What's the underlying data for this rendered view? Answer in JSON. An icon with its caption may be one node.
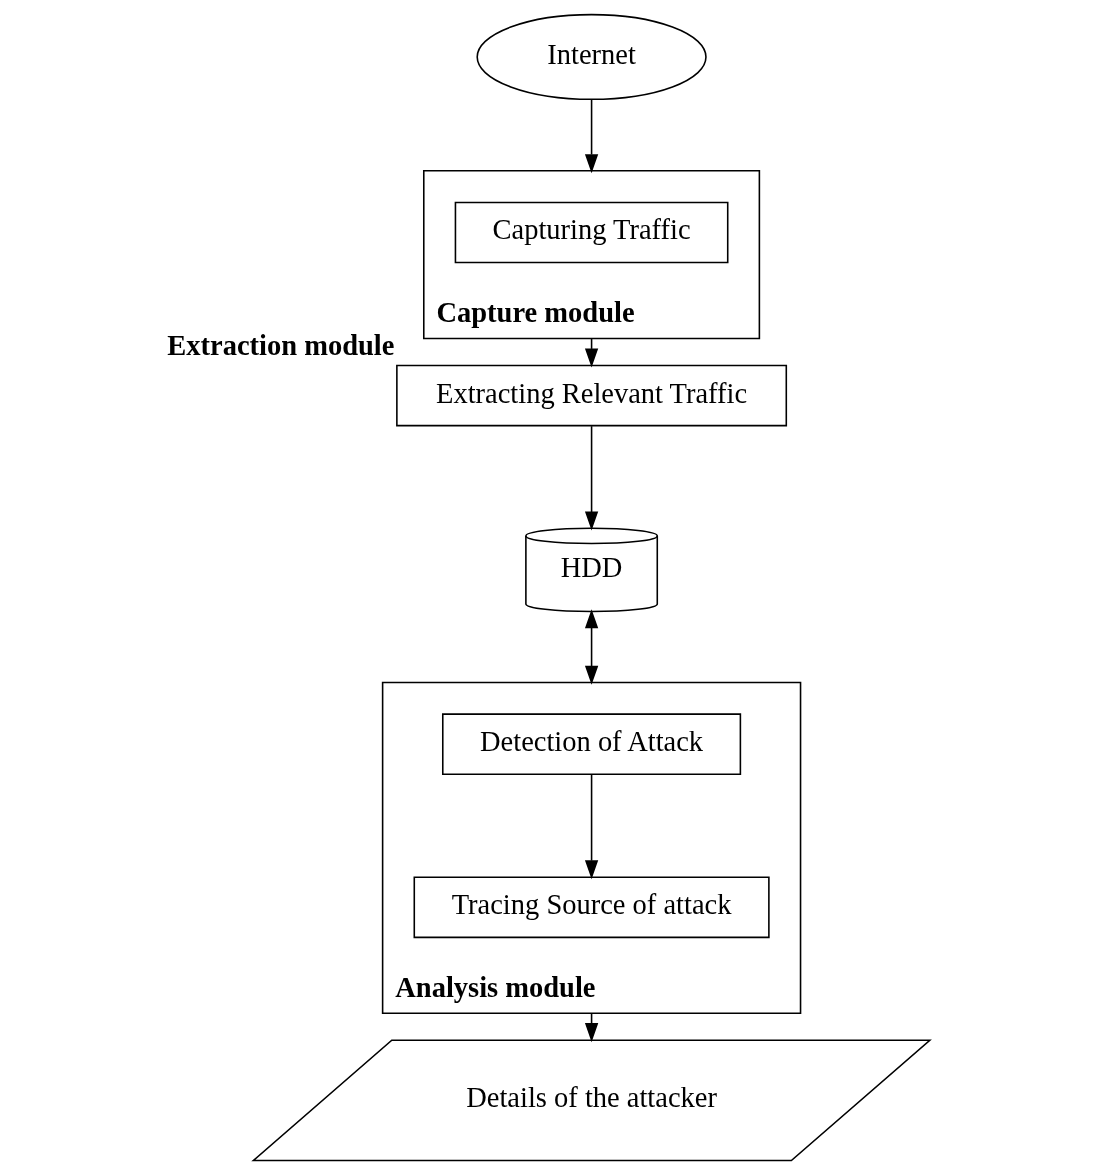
{
  "diagram": {
    "nodes": [
      {
        "text": [
          "Internet"
        ]
      },
      {
        "text": [
          "Capture module"
        ]
      },
      {
        "text": [
          "Capturing Traffic"
        ],
        "in": 1
      },
      {
        "text": [
          "Extracting Relevant Traffic"
        ],
        "beside": [
          "Extraction module"
        ]
      },
      {
        "text": [
          "HDD"
        ]
      },
      {
        "text": [
          "Analysis module"
        ]
      },
      {
        "text": [
          "Detection of Attack"
        ],
        "in": 5
      },
      {
        "text": [
          "Tracing Source of attack"
        ],
        "in": 5
      },
      {
        "text": [
          "Details of the attacker"
        ]
      }
    ],
    "edges": [
      {
        "from": 0,
        "to": 1,
        "arrow": "to"
      },
      {
        "from": 1,
        "to": 3,
        "arrow": "to"
      },
      {
        "from": 3,
        "to": 4,
        "arrow": "to"
      },
      {
        "from": 4,
        "to": 5,
        "arrow": "both"
      },
      {
        "from": 6,
        "to": 7,
        "arrow": "to"
      },
      {
        "from": 5,
        "to": 8,
        "arrow": "to"
      }
    ]
  }
}
